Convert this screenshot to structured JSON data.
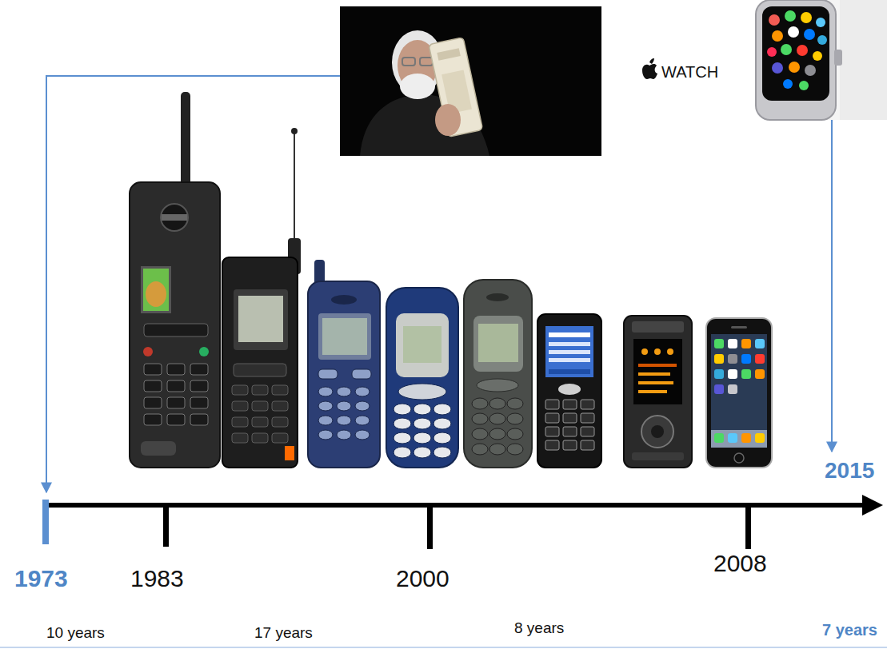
{
  "diagram": {
    "labels": [
      "WATCH",
      "2015",
      "1973",
      "1983",
      "2000",
      "2008",
      "10 years",
      "17 years",
      "8 years",
      "7 years"
    ]
  }
}
